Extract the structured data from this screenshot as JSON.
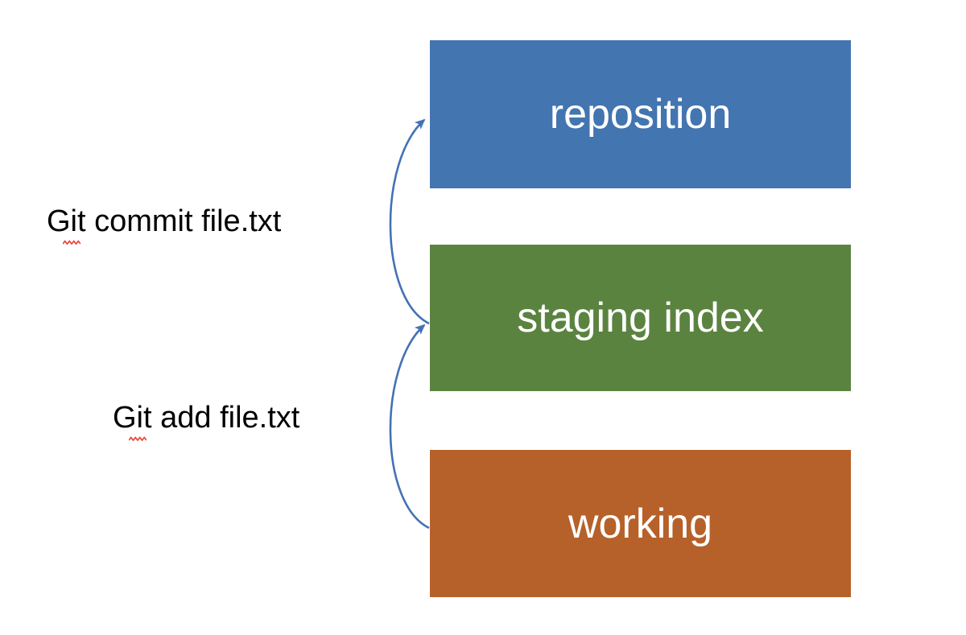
{
  "diagram": {
    "title": "Git three-stage workflow diagram",
    "background_color": "#ffffff",
    "boxes": [
      {
        "id": "repository",
        "label": "reposition",
        "color": "#4375B0",
        "text_color": "#ffffff"
      },
      {
        "id": "staging",
        "label": "staging index",
        "color": "#5B8340",
        "text_color": "#ffffff"
      },
      {
        "id": "working",
        "label": "working",
        "color": "#B6612A",
        "text_color": "#ffffff"
      }
    ],
    "captions": [
      {
        "id": "commit",
        "text": "Git commit file.txt",
        "misspelled_fragment": "it",
        "color": "#000000",
        "squiggle_color": "#e8433a"
      },
      {
        "id": "add",
        "text": "Git add file.txt",
        "misspelled_fragment": "it",
        "color": "#000000",
        "squiggle_color": "#e8433a"
      }
    ],
    "arrows": [
      {
        "id": "staging-to-repository",
        "from": "staging index",
        "to": "reposition",
        "label": "Git commit file.txt",
        "color": "#4472B4",
        "style": "curved-arc",
        "arrowhead": "up-right"
      },
      {
        "id": "working-to-staging",
        "from": "working",
        "to": "staging index",
        "label": "Git add file.txt",
        "color": "#4472B4",
        "style": "curved-arc",
        "arrowhead": "up-right"
      }
    ]
  }
}
